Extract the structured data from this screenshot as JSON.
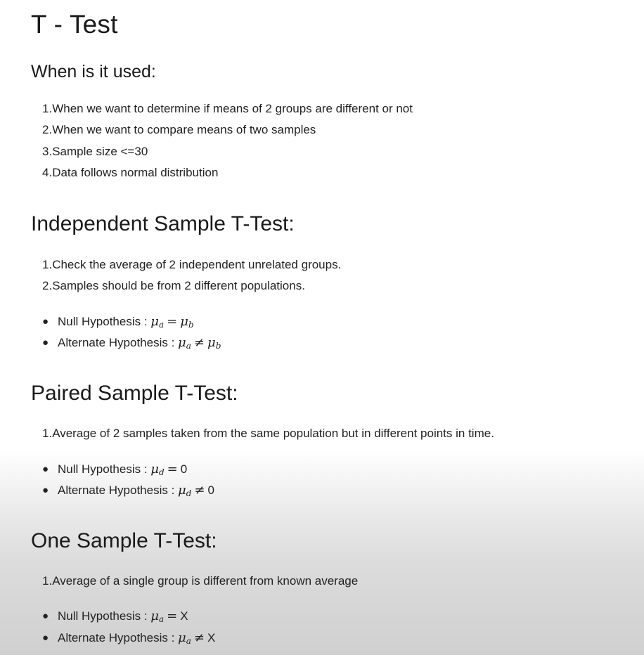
{
  "title": "T - Test",
  "when_used": {
    "heading": "When is it used:",
    "items": [
      "When we want to determine if means of 2 groups are different or not",
      "When we want to compare means of two samples",
      "Sample size <=30",
      "Data follows normal distribution"
    ]
  },
  "independent": {
    "heading": "Independent Sample T-Test:",
    "items": [
      "Check the average of 2 independent unrelated groups.",
      "Samples should be from 2 different populations."
    ],
    "null_label": "Null Hypothesis : ",
    "alt_label": "Alternate Hypothesis : ",
    "null_formula": {
      "left": "μ",
      "left_sub": "a",
      "op": "=",
      "right": "μ",
      "right_sub": "b"
    },
    "alt_formula": {
      "left": "μ",
      "left_sub": "a",
      "op": "≠",
      "right": "μ",
      "right_sub": "b"
    }
  },
  "paired": {
    "heading": "Paired Sample T-Test:",
    "items": [
      "Average of 2 samples taken from the same population but in different points in time."
    ],
    "null_label": "Null Hypothesis : ",
    "alt_label": "Alternate Hypothesis : ",
    "null_formula": {
      "left": "μ",
      "left_sub": "d",
      "op": "=",
      "right": "0"
    },
    "alt_formula": {
      "left": "μ",
      "left_sub": "d",
      "op": "≠",
      "right": "0"
    }
  },
  "one_sample": {
    "heading": "One Sample T-Test:",
    "items": [
      "Average of a single group is different from known average"
    ],
    "null_label": "Null Hypothesis : ",
    "alt_label": "Alternate Hypothesis : ",
    "null_formula": {
      "left": "μ",
      "left_sub": "a",
      "op": "=",
      "right": "X"
    },
    "alt_formula": {
      "left": "μ",
      "left_sub": "a",
      "op": "≠",
      "right": "X"
    }
  }
}
